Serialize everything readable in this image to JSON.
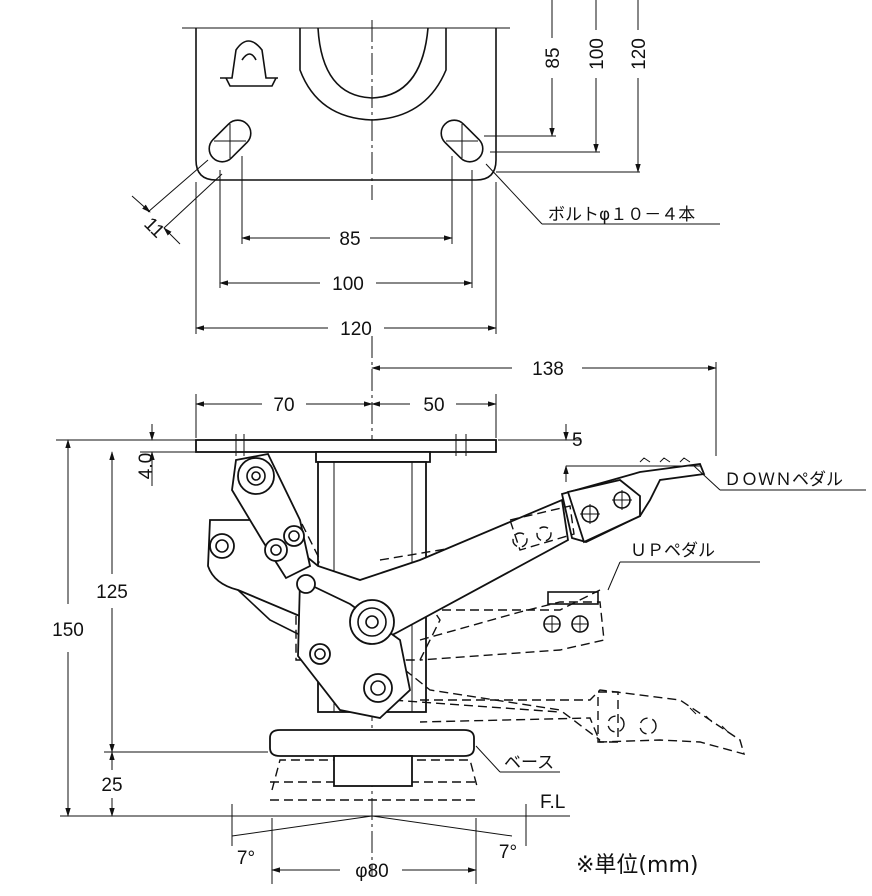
{
  "top_view": {
    "dims": {
      "bolt_spacing_x_inner": "85",
      "bolt_spacing_x_mid": "100",
      "plate_width": "120",
      "bolt_spacing_y_inner": "85",
      "bolt_spacing_y_mid": "100",
      "plate_depth": "120",
      "slot_width": "11"
    },
    "callout_bolt": "ボルトφ１０－４本"
  },
  "side_view": {
    "dims": {
      "left_of_center": "70",
      "right_of_center": "50",
      "pedal_reach": "138",
      "plate_offset": "5",
      "plate_thickness": "4.0",
      "lift_height": "125",
      "total_height": "150",
      "base_height": "25",
      "base_diameter": "φ80",
      "angle_left": "7°",
      "angle_right": "7°"
    },
    "labels": {
      "down_pedal": "ＤＯＷＮペダル",
      "up_pedal": "ＵＰペダル",
      "base": "ベース",
      "floor_line": "F.L"
    }
  },
  "unit_note": "※単位(mm)"
}
